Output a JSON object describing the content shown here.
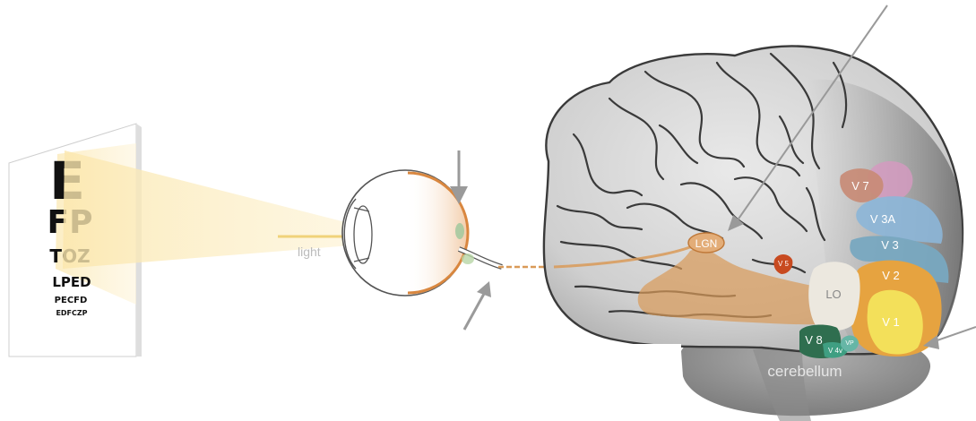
{
  "eye_chart": {
    "rows": [
      "E",
      "FP",
      "TOZ",
      "LPED",
      "PECFD",
      "EDFCZP"
    ]
  },
  "labels": {
    "light": "light",
    "lgn": "LGN",
    "v5": "V 5",
    "v7": "V 7",
    "v3a": "V 3A",
    "v3": "V 3",
    "v2": "V 2",
    "v1": "V 1",
    "lo": "LO",
    "v8": "V 8",
    "v4v": "V 4v",
    "vp": "VP",
    "cerebellum": "cerebellum"
  },
  "colors": {
    "light_beam": "#fbe9b5",
    "optic_pathway": "#d99a58",
    "brain": "#c7c7c7",
    "brain_outline": "#3a3a3a",
    "cerebellum": "#8e8e8e",
    "arrow": "#9a9a9a",
    "v1": "#f3e05a",
    "v2": "#e6a340",
    "v3": "#78a8c0",
    "v3a": "#8cb6d8",
    "v7": "#c88a74",
    "v7_pink": "#d49ac0",
    "lo": "#ece8df",
    "v8": "#2f6e4f",
    "v4v": "#3f9f82",
    "vp": "#66b6a6",
    "v5": "#c84a20"
  }
}
